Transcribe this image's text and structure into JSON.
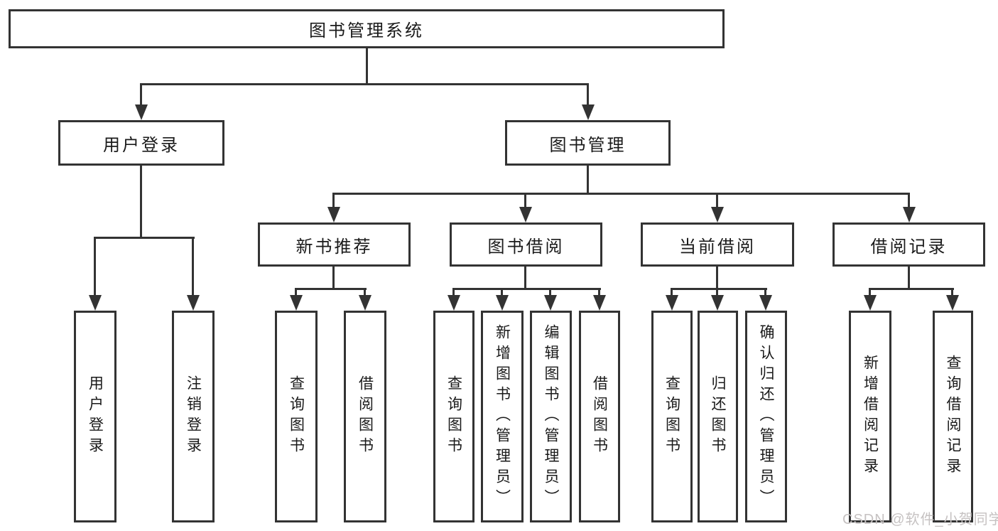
{
  "diagram": {
    "root": "图书管理系统",
    "level2": [
      "用户登录",
      "图书管理"
    ],
    "level3": [
      "新书推荐",
      "图书借阅",
      "当前借阅",
      "借阅记录"
    ],
    "leaves": {
      "user": [
        "用户登录",
        "注销登录"
      ],
      "newbook": [
        "查询图书",
        "借阅图书"
      ],
      "borrow": [
        "查询图书",
        "新增图书（管理员）",
        "编辑图书（管理员）",
        "借阅图书"
      ],
      "current": [
        "查询图书",
        "归还图书",
        "确认归还（管理员）"
      ],
      "records": [
        "新增借阅记录",
        "查询借阅记录"
      ]
    }
  },
  "watermark": {
    "text": "CSDN @软件_小贺同学",
    "color": "#c6c2c2"
  },
  "colors": {
    "line": "#333333",
    "border": "#333333",
    "text": "#1a1a1a",
    "background": "#ffffff"
  }
}
